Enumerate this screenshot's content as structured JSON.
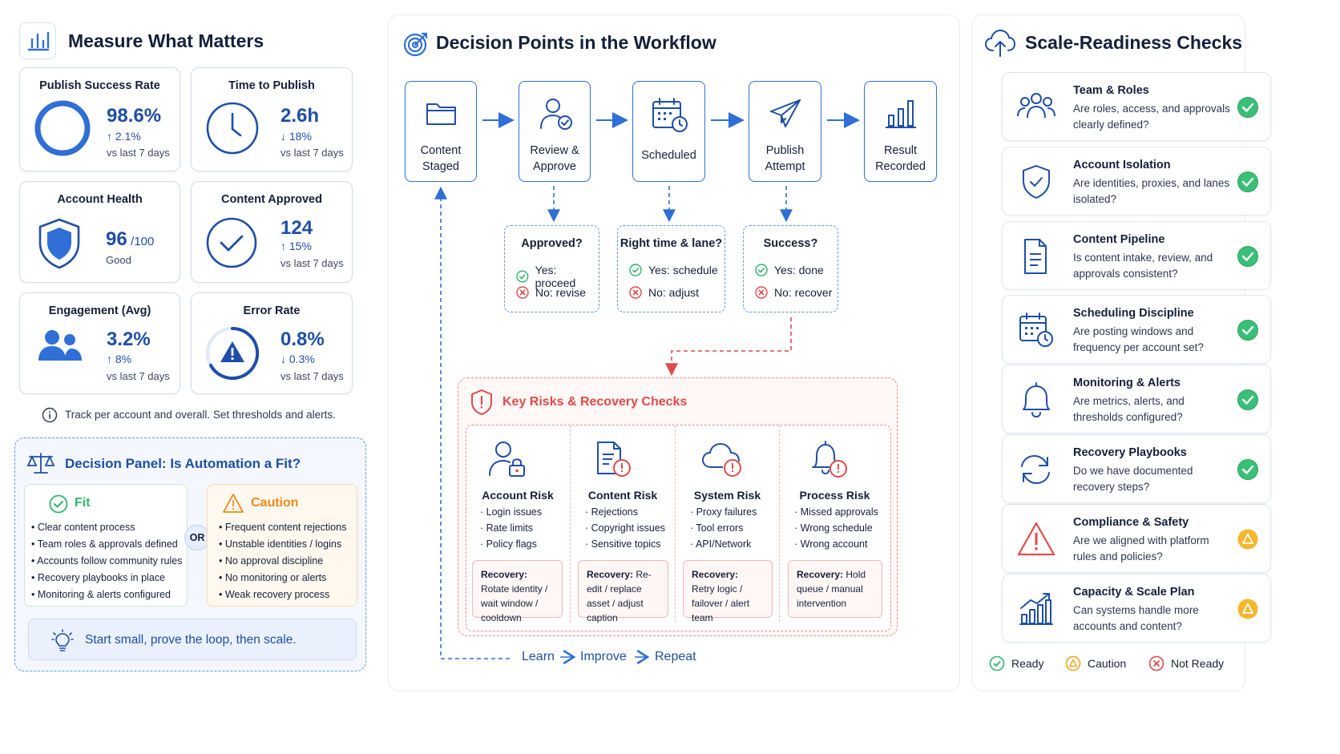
{
  "measure": {
    "title": "Measure What Matters",
    "kpis": [
      {
        "title": "Publish Success Rate",
        "value": "98.6%",
        "delta": "↑ 2.1%",
        "sub": "vs last 7 days",
        "icon": "ring-gauge-icon"
      },
      {
        "title": "Time to Publish",
        "value": "2.6h",
        "delta": "↓ 18%",
        "sub": "vs last 7 days",
        "icon": "clock-icon"
      },
      {
        "title": "Account Health",
        "value": "96",
        "unit": "/100",
        "sub": "Good",
        "icon": "shield-icon"
      },
      {
        "title": "Content Approved",
        "value": "124",
        "delta": "↑ 15%",
        "sub": "vs last 7 days",
        "icon": "checkmark-circle-icon"
      },
      {
        "title": "Engagement (Avg)",
        "value": "3.2%",
        "delta": "↑ 8%",
        "sub": "vs last 7 days",
        "icon": "users-icon"
      },
      {
        "title": "Error Rate",
        "value": "0.8%",
        "delta": "↓ 0.3%",
        "sub": "vs last 7 days",
        "icon": "warning-gauge-icon"
      }
    ],
    "success_rate_fraction": 0.986,
    "note": "Track per account and overall. Set thresholds and alerts."
  },
  "decision_panel": {
    "title": "Decision Panel: Is Automation a Fit?",
    "fit_title": "Fit",
    "fit_items": [
      "Clear content process",
      "Team roles & approvals defined",
      "Accounts follow community rules",
      "Recovery playbooks in place",
      "Monitoring & alerts configured"
    ],
    "or_label": "OR",
    "caution_title": "Caution",
    "caution_items": [
      "Frequent content rejections",
      "Unstable identities / logins",
      "No approval discipline",
      "No monitoring or alerts",
      "Weak recovery process"
    ],
    "tip": "Start small, prove the loop, then scale."
  },
  "workflow": {
    "title": "Decision Points in the Workflow",
    "steps": [
      {
        "line1": "Content",
        "line2": "Staged",
        "icon": "folder-icon"
      },
      {
        "line1": "Review &",
        "line2": "Approve",
        "icon": "user-check-icon"
      },
      {
        "line1": "Scheduled",
        "line2": "",
        "icon": "calendar-clock-icon"
      },
      {
        "line1": "Publish",
        "line2": "Attempt",
        "icon": "paper-plane-icon"
      },
      {
        "line1": "Result",
        "line2": "Recorded",
        "icon": "bar-chart-icon"
      }
    ],
    "decisions": [
      {
        "q": "Approved?",
        "yes": "Yes: proceed",
        "no": "No: revise"
      },
      {
        "q": "Right time & lane?",
        "yes": "Yes: schedule",
        "no": "No: adjust"
      },
      {
        "q": "Success?",
        "yes": "Yes: done",
        "no": "No: recover"
      }
    ],
    "risks_title": "Key Risks & Recovery Checks",
    "risks": [
      {
        "title": "Account Risk",
        "items": [
          "Login issues",
          "Rate limits",
          "Policy flags"
        ],
        "recovery_label": "Recovery:",
        "recovery": "Rotate identity / wait window / cooldown",
        "icon": "user-lock-icon"
      },
      {
        "title": "Content Risk",
        "items": [
          "Rejections",
          "Copyright issues",
          "Sensitive topics"
        ],
        "recovery_label": "Recovery:",
        "recovery": "Re-edit / replace asset / adjust caption",
        "icon": "document-alert-icon"
      },
      {
        "title": "System Risk",
        "items": [
          "Proxy failures",
          "Tool errors",
          "API/Network"
        ],
        "recovery_label": "Recovery:",
        "recovery": "Retry logic / failover / alert team",
        "icon": "cloud-alert-icon"
      },
      {
        "title": "Process Risk",
        "items": [
          "Missed approvals",
          "Wrong schedule",
          "Wrong account"
        ],
        "recovery_label": "Recovery:",
        "recovery": "Hold queue / manual intervention",
        "icon": "bell-alert-icon"
      }
    ],
    "loop": [
      "Learn",
      "Improve",
      "Repeat"
    ]
  },
  "scale": {
    "title": "Scale-Readiness Checks",
    "checks": [
      {
        "title": "Team & Roles",
        "q": "Are roles, access, and approvals clearly defined?",
        "status": "ready",
        "icon": "team-icon"
      },
      {
        "title": "Account Isolation",
        "q": "Are identities, proxies, and lanes isolated?",
        "status": "ready",
        "icon": "shield-check-icon"
      },
      {
        "title": "Content Pipeline",
        "q": "Is content intake, review, and approvals consistent?",
        "status": "ready",
        "icon": "document-icon"
      },
      {
        "title": "Scheduling Discipline",
        "q": "Are posting windows and frequency per account set?",
        "status": "ready",
        "icon": "calendar-clock-icon"
      },
      {
        "title": "Monitoring & Alerts",
        "q": "Are metrics, alerts, and thresholds configured?",
        "status": "ready",
        "icon": "bell-icon"
      },
      {
        "title": "Recovery Playbooks",
        "q": "Do we have documented recovery steps?",
        "status": "ready",
        "icon": "refresh-icon"
      },
      {
        "title": "Compliance & Safety",
        "q": "Are we aligned with platform rules and policies?",
        "status": "caution",
        "icon": "warning-icon"
      },
      {
        "title": "Capacity & Scale Plan",
        "q": "Can systems handle more accounts and content?",
        "status": "caution",
        "icon": "growth-chart-icon"
      }
    ],
    "legend": {
      "ready": "Ready",
      "caution": "Caution",
      "not_ready": "Not Ready"
    }
  },
  "colors": {
    "blue": "#2f6fd6",
    "green": "#2fb36b",
    "amber": "#f2a51a",
    "red": "#e04a4a",
    "navy": "#14203a"
  }
}
